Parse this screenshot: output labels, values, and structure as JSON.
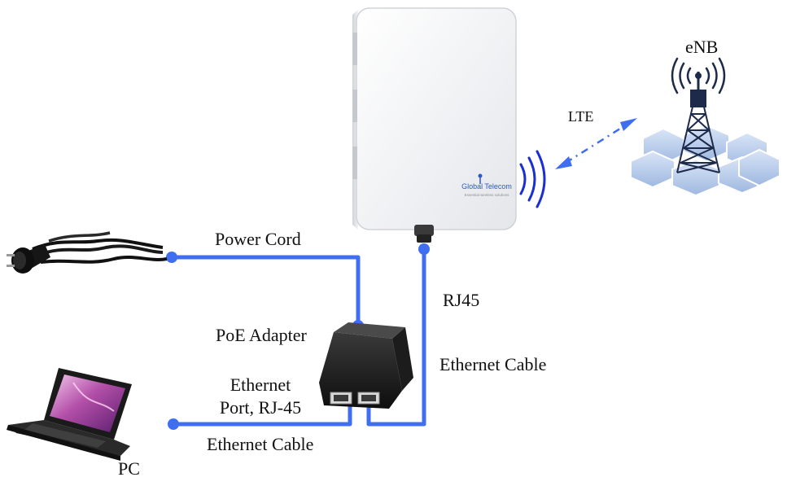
{
  "diagram": {
    "labels": {
      "enb": "eNB",
      "lte": "LTE",
      "power_cord": "Power Cord",
      "rj45": "RJ45",
      "poe_adapter": "PoE Adapter",
      "ethernet_cable_right": "Ethernet Cable",
      "ethernet_port_line1": "Ethernet",
      "ethernet_port_line2": "Port, RJ-45",
      "ethernet_cable_bottom": "Ethernet Cable",
      "pc": "PC"
    },
    "device_brand": "Global Telecom",
    "device_tagline": "Essential wireless solutions",
    "colors": {
      "cable": "#3f6ff0",
      "hex_cells": "#bcd0ee",
      "signal_waves": "#1a2fd0"
    }
  }
}
